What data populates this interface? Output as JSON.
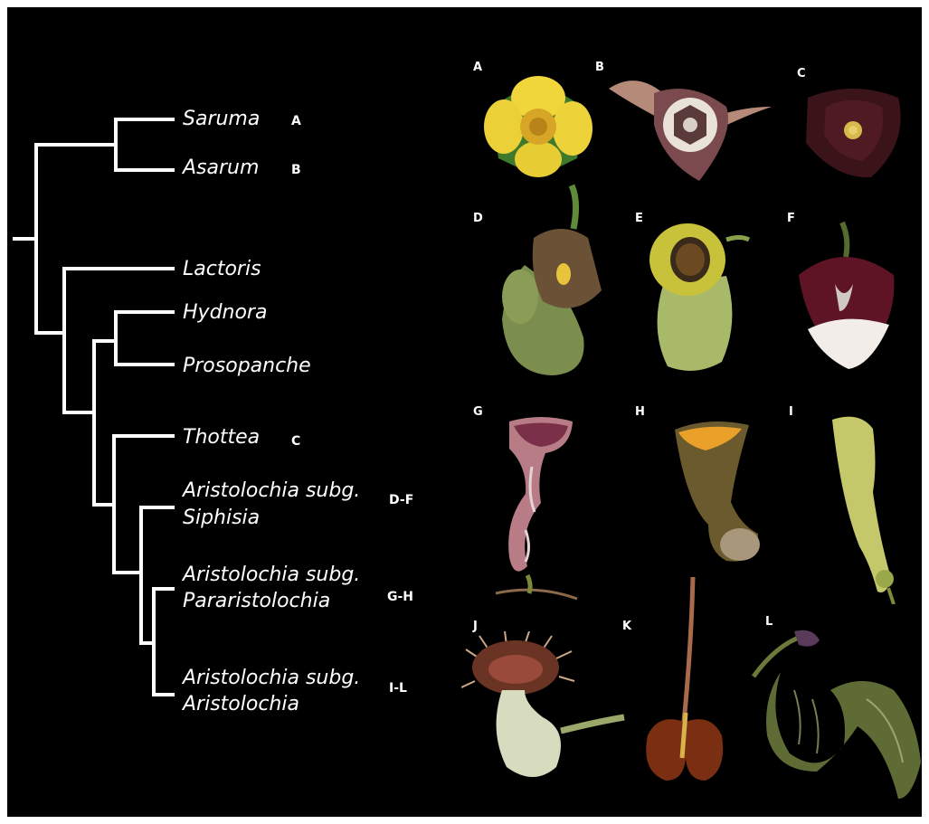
{
  "tree": {
    "taxa": {
      "saruma": "Saruma",
      "asarum": "Asarum",
      "lactoris": "Lactoris",
      "hydnora": "Hydnora",
      "prosopanche": "Prosopanche",
      "thottea": "Thottea",
      "siphisia_1": "Aristolochia subg.",
      "siphisia_2": "Siphisia",
      "parar_1": "Aristolochia subg.",
      "parar_2": "Pararistolochia",
      "arist_1": "Aristolochia subg.",
      "arist_2": "Aristolochia"
    },
    "panel_refs": {
      "saruma": "A",
      "asarum": "B",
      "thottea": "C",
      "siphisia": "D-F",
      "pararistolochia": "G-H",
      "aristolochia": "I-L"
    }
  },
  "photo_panels": [
    "A",
    "B",
    "C",
    "D",
    "E",
    "F",
    "G",
    "H",
    "I",
    "J",
    "K",
    "L"
  ],
  "colors": {
    "background": "#000000",
    "tree_line": "#ffffff",
    "text": "#ffffff"
  }
}
